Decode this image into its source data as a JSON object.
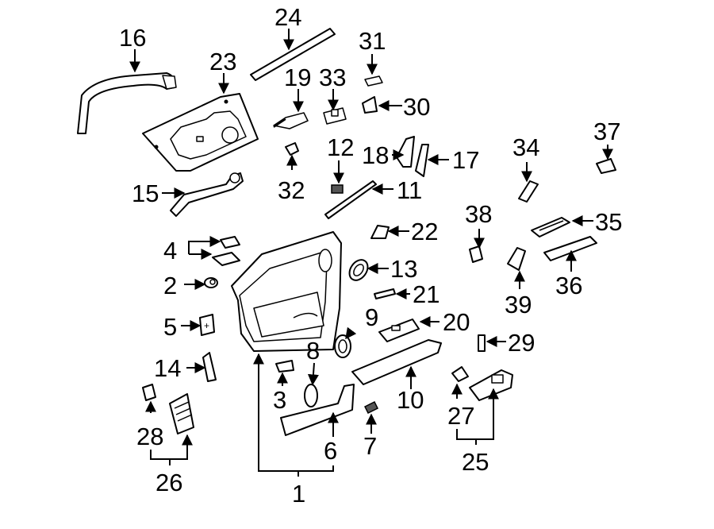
{
  "callouts": {
    "n1": "1",
    "n2": "2",
    "n3": "3",
    "n4": "4",
    "n5": "5",
    "n6": "6",
    "n7": "7",
    "n8": "8",
    "n9": "9",
    "n10": "10",
    "n11": "11",
    "n12": "12",
    "n13": "13",
    "n14": "14",
    "n15": "15",
    "n16": "16",
    "n17": "17",
    "n18": "18",
    "n19": "19",
    "n20": "20",
    "n21": "21",
    "n22": "22",
    "n23": "23",
    "n24": "24",
    "n25": "25",
    "n26": "26",
    "n27": "27",
    "n28": "28",
    "n29": "29",
    "n30": "30",
    "n31": "31",
    "n32": "32",
    "n33": "33",
    "n34": "34",
    "n35": "35",
    "n36": "36",
    "n37": "37",
    "n38": "38",
    "n39": "39"
  },
  "colors": {
    "line": "#000000",
    "background": "#ffffff"
  }
}
